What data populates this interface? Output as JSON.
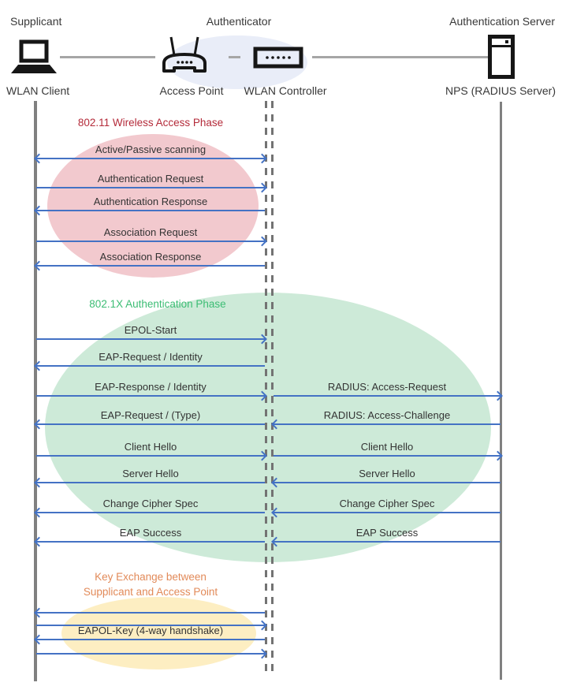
{
  "header": {
    "supplicant_role": "Supplicant",
    "authenticator_role": "Authenticator",
    "server_role": "Authentication Server",
    "supplicant_device": "WLAN Client",
    "access_point_device": "Access Point",
    "controller_device": "WLAN Controller",
    "server_device": "NPS (RADIUS Server)"
  },
  "phases": {
    "phase1": {
      "title": "802.11 Wireless Access Phase"
    },
    "phase2": {
      "title": "802.1X Authentication Phase"
    },
    "phase3": {
      "title": "Key Exchange between\nSupplicant and Access Point"
    }
  },
  "left_messages": [
    {
      "label": "Active/Passive scanning",
      "direction": "both"
    },
    {
      "label": "Authentication Request",
      "direction": "right"
    },
    {
      "label": "Authentication Response",
      "direction": "left"
    },
    {
      "label": "Association Request",
      "direction": "right"
    },
    {
      "label": "Association Response",
      "direction": "left"
    },
    {
      "label": "EPOL-Start",
      "direction": "right"
    },
    {
      "label": "EAP-Request / Identity",
      "direction": "left"
    },
    {
      "label": "EAP-Response / Identity",
      "direction": "right"
    },
    {
      "label": "EAP-Request / (Type)",
      "direction": "left"
    },
    {
      "label": "Client Hello",
      "direction": "right"
    },
    {
      "label": "Server Hello",
      "direction": "left"
    },
    {
      "label": "Change Cipher Spec",
      "direction": "left"
    },
    {
      "label": "EAP Success",
      "direction": "left"
    },
    {
      "label": "",
      "direction": "left"
    },
    {
      "label": "",
      "direction": "right"
    },
    {
      "label": "EAPOL-Key (4-way handshake)",
      "direction": "left"
    },
    {
      "label": "",
      "direction": "right"
    }
  ],
  "right_messages": [
    {
      "label": "RADIUS: Access-Request",
      "direction": "right"
    },
    {
      "label": "RADIUS: Access-Challenge",
      "direction": "left"
    },
    {
      "label": "Client Hello",
      "direction": "right"
    },
    {
      "label": "Server Hello",
      "direction": "left"
    },
    {
      "label": "Change Cipher Spec",
      "direction": "left"
    },
    {
      "label": "EAP Success",
      "direction": "left"
    }
  ],
  "colors": {
    "arrow": "#4472c4",
    "lifeline": "#808080",
    "phase1_red": "#b42b3a",
    "phase2_green": "#3cbd74",
    "phase3_orange": "#e28a59",
    "phase1_fill": "#f2c9ce",
    "phase2_fill": "#cdead8",
    "phase3_fill": "#fdeec2",
    "authenticator_fill": "#e9edf8"
  }
}
